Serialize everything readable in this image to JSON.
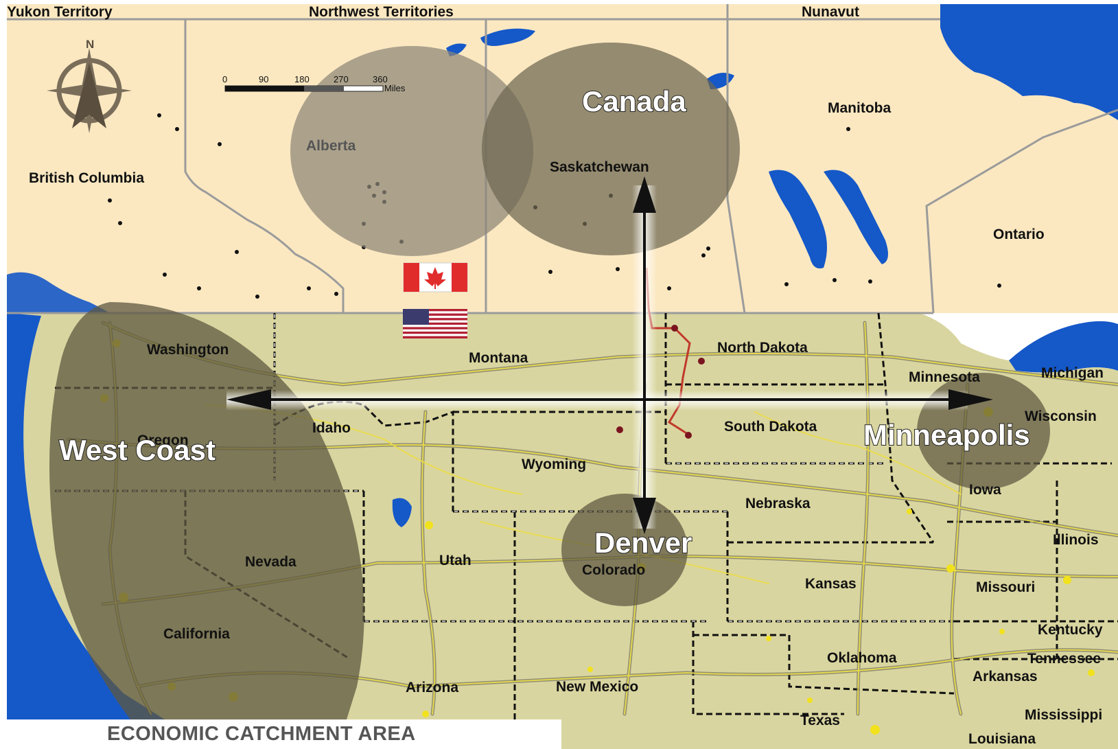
{
  "footer_title": "ECONOMIC CATCHMENT AREA",
  "hubs": {
    "canada": "Canada",
    "west_coast": "West Coast",
    "minneapolis": "Minneapolis",
    "denver": "Denver"
  },
  "canada_regions": {
    "yukon": "Yukon Territory",
    "northwest": "Northwest Territories",
    "nunavut": "Nunavut",
    "bc": "British Columbia",
    "alberta": "Alberta",
    "saskatchewan": "Saskatchewan",
    "manitoba": "Manitoba",
    "ontario": "Ontario"
  },
  "us_states": {
    "washington": "Washington",
    "oregon": "Oregon",
    "idaho": "Idaho",
    "montana": "Montana",
    "north_dakota": "North Dakota",
    "south_dakota": "South Dakota",
    "minnesota": "Minnesota",
    "michigan": "Michigan",
    "wisconsin": "Wisconsin",
    "wyoming": "Wyoming",
    "nebraska": "Nebraska",
    "iowa": "Iowa",
    "illinois": "Illinois",
    "nevada": "Nevada",
    "utah": "Utah",
    "colorado": "Colorado",
    "kansas": "Kansas",
    "missouri": "Missouri",
    "kentucky": "Kentucky",
    "tennessee": "Tennessee",
    "california": "California",
    "arizona": "Arizona",
    "new_mexico": "New Mexico",
    "oklahoma": "Oklahoma",
    "arkansas": "Arkansas",
    "mississippi": "Mississippi",
    "texas": "Texas",
    "louisiana": "Louisiana"
  },
  "scale_bar": {
    "ticks": [
      "0",
      "90",
      "180",
      "270",
      "360"
    ],
    "unit": "Miles"
  },
  "compass": {
    "north_letter": "N"
  },
  "colors": {
    "canada_land": "#fbe8c1",
    "us_land": "#d9d5a0",
    "water": "#1558c8",
    "catchment": "#6e6650",
    "roads": "#eadc4c",
    "border": "#9b9b9b"
  },
  "icons": [
    "compass-rose-icon",
    "canada-flag-icon",
    "usa-flag-icon",
    "arrow-icon"
  ]
}
